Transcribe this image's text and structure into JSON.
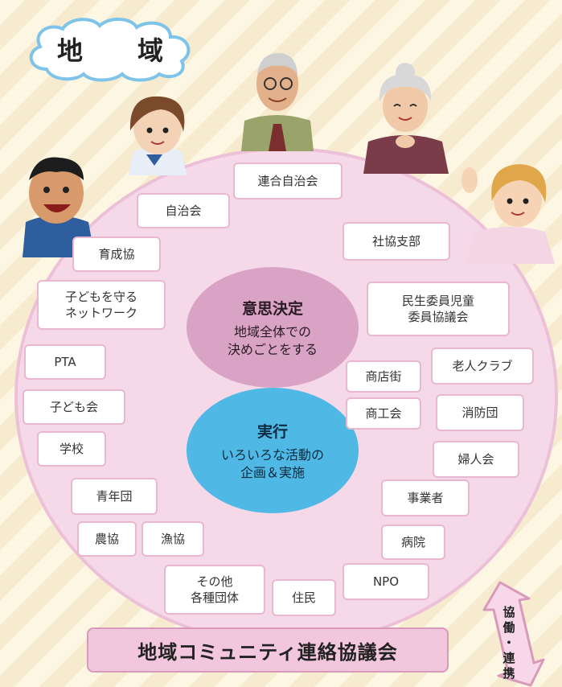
{
  "header": {
    "region_label": "地　域"
  },
  "center": {
    "decision": {
      "title": "意思決定",
      "desc": "地域全体での\n決めごとをする"
    },
    "execution": {
      "title": "実行",
      "desc": "いろいろな活動の\n企画＆実施"
    }
  },
  "organizations": [
    {
      "label": "連合自治会"
    },
    {
      "label": "自治会"
    },
    {
      "label": "社協支部"
    },
    {
      "label": "育成協"
    },
    {
      "label": "子どもを守る\nネットワーク"
    },
    {
      "label": "民生委員児童\n委員協議会"
    },
    {
      "label": "PTA"
    },
    {
      "label": "商店街"
    },
    {
      "label": "老人クラブ"
    },
    {
      "label": "子ども会"
    },
    {
      "label": "商工会"
    },
    {
      "label": "消防団"
    },
    {
      "label": "学校"
    },
    {
      "label": "婦人会"
    },
    {
      "label": "青年団"
    },
    {
      "label": "事業者"
    },
    {
      "label": "農協"
    },
    {
      "label": "漁協"
    },
    {
      "label": "病院"
    },
    {
      "label": "その他\n各種団体"
    },
    {
      "label": "住民"
    },
    {
      "label": "NPO"
    }
  ],
  "footer": {
    "council_name": "地域コミュニティ連絡協議会",
    "arrow_label": "協\n働\n・\n連\n携"
  },
  "colors": {
    "circle": "#f6d9e8",
    "decision": "#d9a3c5",
    "execution": "#4fb8e4",
    "banner": "#f2c6dc",
    "box_border": "#e7b8cf"
  },
  "icons": [
    "cloud-icon",
    "person-man-icon",
    "person-girl-icon",
    "person-elder-man-icon",
    "person-elder-woman-icon",
    "person-woman-icon",
    "double-arrow-icon"
  ]
}
